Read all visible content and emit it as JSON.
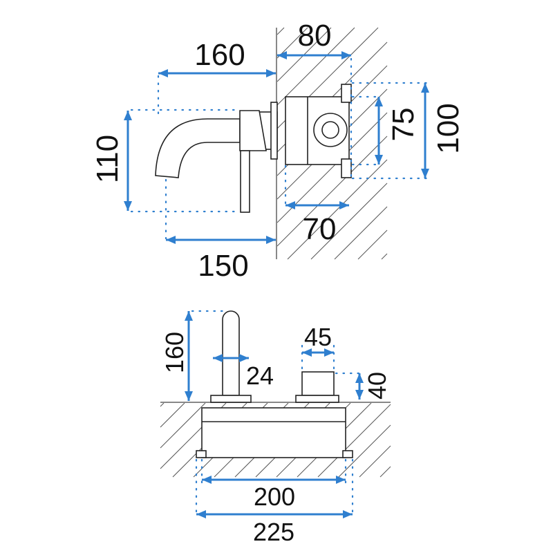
{
  "colors": {
    "dimension": "#2f7fcf",
    "outline": "#222222"
  },
  "side_view": {
    "dims": {
      "spout_reach": "160",
      "box_depth": "80",
      "height": "110",
      "box_inner_height": "75",
      "box_outer_height": "100",
      "box_inner_depth": "70",
      "lever_reach": "150"
    }
  },
  "front_view": {
    "dims": {
      "spout_height": "160",
      "handle_width": "45",
      "spout_diameter": "24",
      "handle_height": "40",
      "box_width": "200",
      "box_outer_width": "225"
    }
  }
}
